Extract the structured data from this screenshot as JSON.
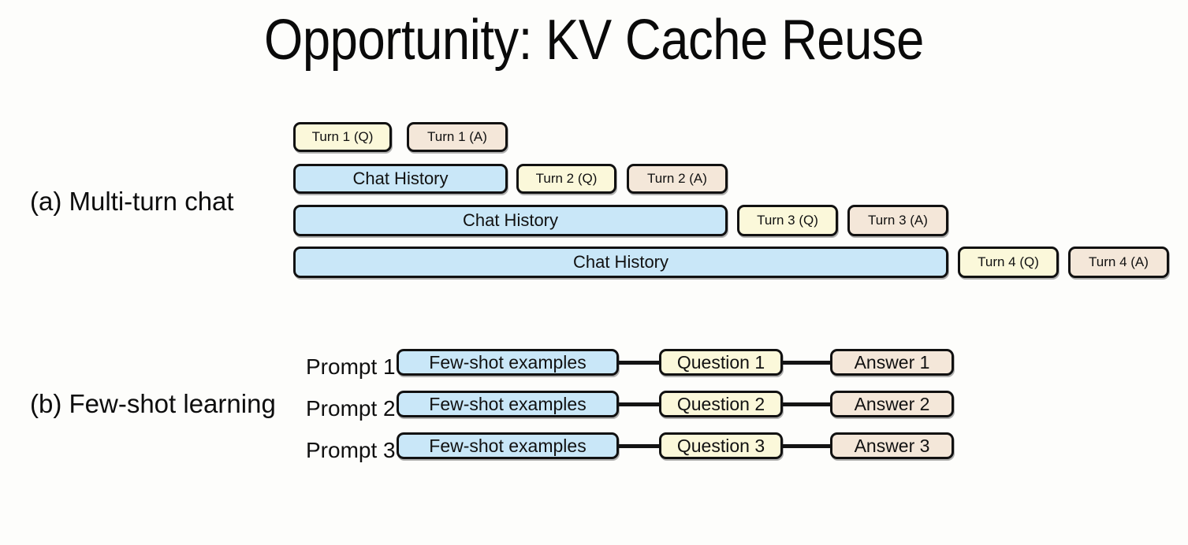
{
  "slide": {
    "title": "Opportunity: KV Cache Reuse",
    "background_color": "#fdfdfb"
  },
  "colors": {
    "blue": "#c9e7f8",
    "yellow": "#fbf8da",
    "beige": "#f4e7d9",
    "border": "#111111",
    "text": "#111111"
  },
  "section_a": {
    "label": "(a) Multi-turn chat",
    "rows": [
      {
        "history": null,
        "question": "Turn 1 (Q)",
        "answer": "Turn 1 (A)"
      },
      {
        "history": "Chat History",
        "question": "Turn 2 (Q)",
        "answer": "Turn 2 (A)"
      },
      {
        "history": "Chat History",
        "question": "Turn 3 (Q)",
        "answer": "Turn 3 (A)"
      },
      {
        "history": "Chat History",
        "question": "Turn 4 (Q)",
        "answer": "Turn 4 (A)"
      }
    ]
  },
  "section_b": {
    "label": "(b) Few-shot learning",
    "rows": [
      {
        "prompt": "Prompt 1",
        "examples": "Few-shot examples",
        "question": "Question 1",
        "answer": "Answer 1"
      },
      {
        "prompt": "Prompt 2",
        "examples": "Few-shot examples",
        "question": "Question 2",
        "answer": "Answer 2"
      },
      {
        "prompt": "Prompt 3",
        "examples": "Few-shot examples",
        "question": "Question 3",
        "answer": "Answer 3"
      }
    ]
  }
}
